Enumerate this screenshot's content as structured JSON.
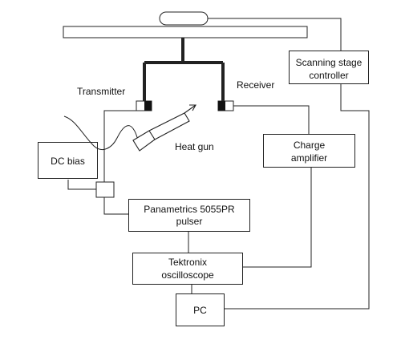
{
  "labels": {
    "transmitter": "Transmitter",
    "receiver": "Receiver",
    "heat_gun": "Heat gun",
    "dc_bias": "DC bias"
  },
  "boxes": {
    "scanning_stage_controller": [
      "Scanning stage",
      "controller"
    ],
    "charge_amplifier": [
      "Charge",
      "amplifier"
    ],
    "pulser": [
      "Panametrics 5055PR",
      "pulser"
    ],
    "oscilloscope": [
      "Tektronix",
      "oscilloscope"
    ],
    "pc": "PC"
  },
  "colors": {
    "line": "#222222",
    "background": "#ffffff"
  }
}
